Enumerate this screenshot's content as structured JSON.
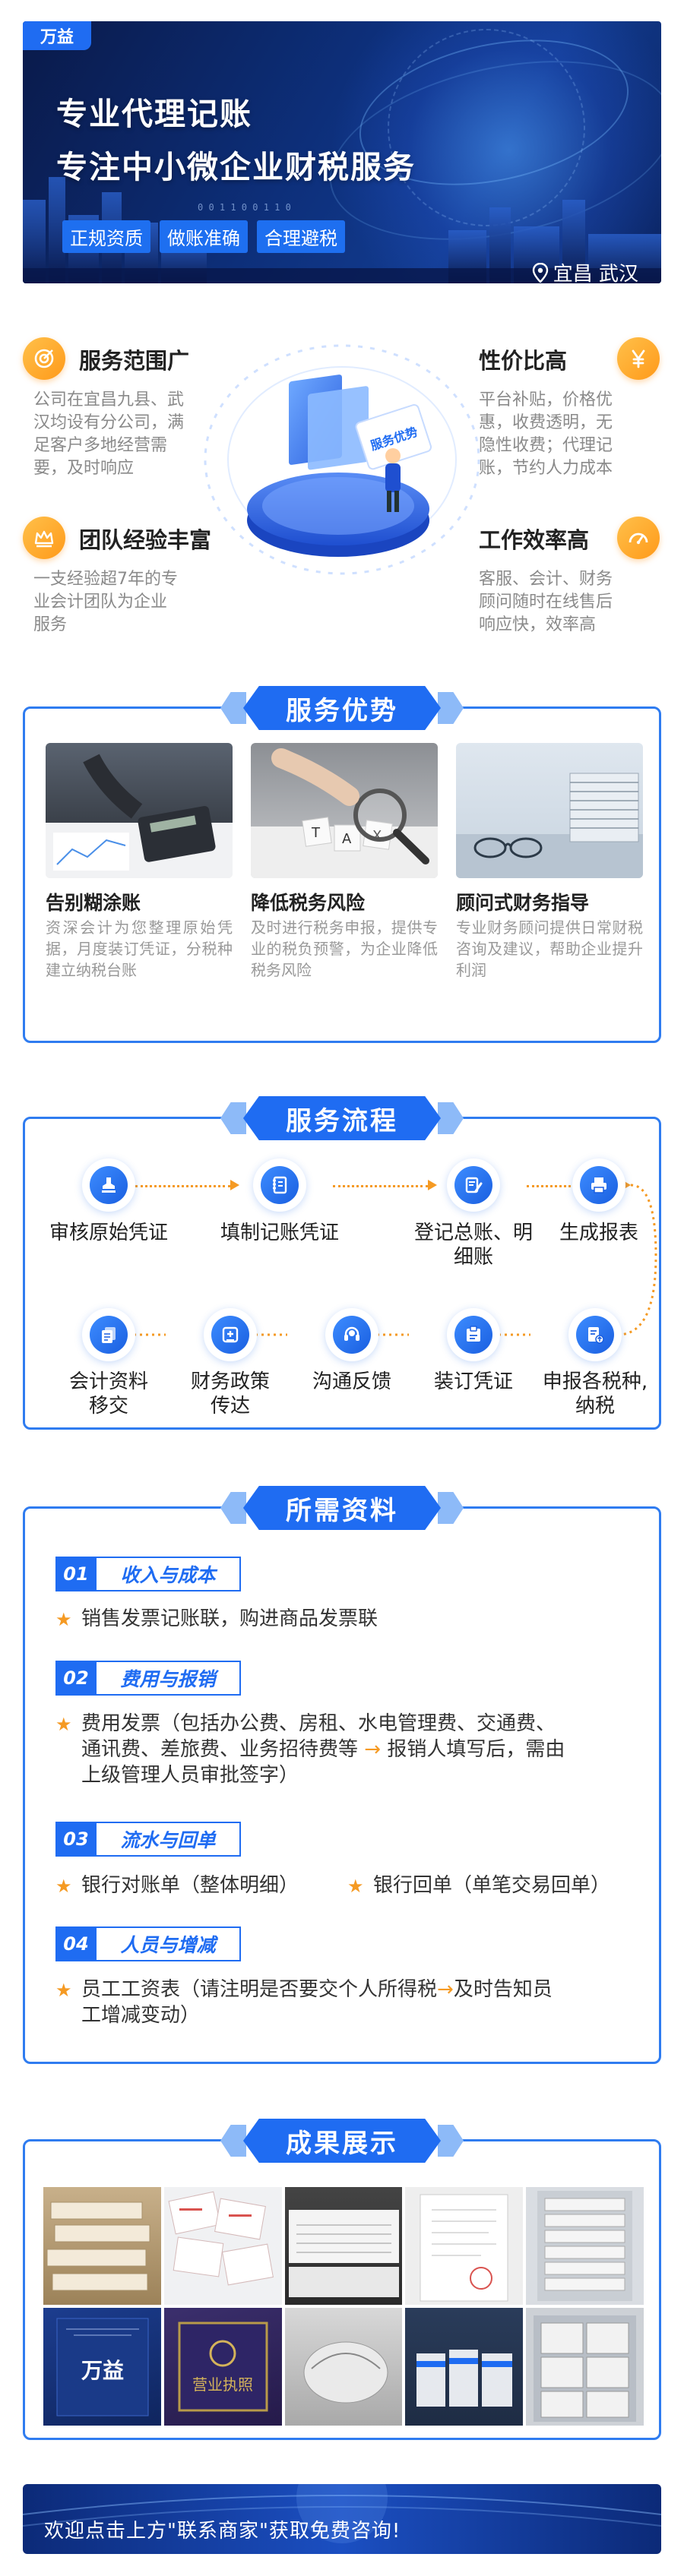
{
  "banner": {
    "logo": "万益",
    "line1": "专业代理记账",
    "line2": "专注中小微企业财税服务",
    "tags": [
      "正规资质",
      "做账准确",
      "合理避税"
    ],
    "location": "宜昌 武汉",
    "code": "0 0 1 1 0 0 1 1 0"
  },
  "features": [
    {
      "title": "服务范围广",
      "desc": [
        "公司在宜昌九县、武",
        "汉均设有分公司，满",
        "足客户多地经营需",
        "要，及时响应"
      ]
    },
    {
      "title": "性价比高",
      "desc": [
        "平台补贴，价格优",
        "惠，收费透明，无",
        "隐性收费；代理记",
        "账，节约人力成本"
      ]
    },
    {
      "title": "团队经验丰富",
      "desc": [
        "一支经验超7年的专",
        "业会计团队为企业",
        "服务"
      ]
    },
    {
      "title": "工作效率高",
      "desc": [
        "客服、会计、财务",
        "顾问随时在线售后",
        "响应快，效率高"
      ]
    }
  ],
  "center_label": "服务优势",
  "advantages": {
    "title": "服务优势",
    "items": [
      {
        "title": "告别糊涂账",
        "desc": "资深会计为您整理原始凭据，月度装订凭证，分税种建立纳税台账"
      },
      {
        "title": "降低税务风险",
        "desc": "及时进行税务申报，提供专业的税负预警，为企业降低税务风险"
      },
      {
        "title": "顾问式财务指导",
        "desc": "专业财务顾问提供日常财税咨询及建议，帮助企业提升利润"
      }
    ]
  },
  "process": {
    "title": "服务流程",
    "row1": [
      {
        "label": [
          "审核原始凭证"
        ],
        "icon": "stamp-icon"
      },
      {
        "label": [
          "填制记账凭证"
        ],
        "icon": "notebook-icon"
      },
      {
        "label": [
          "登记总账、明",
          "细账"
        ],
        "icon": "ledger-icon"
      },
      {
        "label": [
          "生成报表"
        ],
        "icon": "printer-icon"
      }
    ],
    "row2": [
      {
        "label": [
          "会计资料",
          "移交"
        ],
        "icon": "documents-icon"
      },
      {
        "label": [
          "财务政策",
          "传达"
        ],
        "icon": "policy-icon"
      },
      {
        "label": [
          "沟通反馈"
        ],
        "icon": "headset-icon"
      },
      {
        "label": [
          "装订凭证"
        ],
        "icon": "binder-icon"
      },
      {
        "label": [
          "申报各税种,",
          "纳税"
        ],
        "icon": "declare-icon"
      }
    ]
  },
  "materials": {
    "title": "所需资料",
    "sections": [
      {
        "num": "01",
        "name": "收入与成本",
        "lines": [
          "销售发票记账联，购进商品发票联"
        ]
      },
      {
        "num": "02",
        "name": "费用与报销",
        "lines": [
          "费用发票（包括办公费、房租、水电管理费、交通费、",
          "通讯费、差旅费、业务招待费等",
          "报销人填写后，需由",
          "上级管理人员审批签字）"
        ]
      },
      {
        "num": "03",
        "name": "流水与回单",
        "lines": [
          "银行对账单（整体明细）",
          "银行回单（单笔交易回单）"
        ]
      },
      {
        "num": "04",
        "name": "人员与增减",
        "lines": [
          "员工工资表（请注明是否要交个人所得税",
          "及时告知员",
          "工增减变动）"
        ]
      }
    ]
  },
  "results": {
    "title": "成果展示",
    "cert_logo": "万益",
    "cert_text": "营业执照"
  },
  "footer": {
    "text": "欢迎点击上方\"联系商家\"获取免费咨询!"
  },
  "colors": {
    "primary": "#1f6cf2",
    "accent": "#f59a23"
  }
}
